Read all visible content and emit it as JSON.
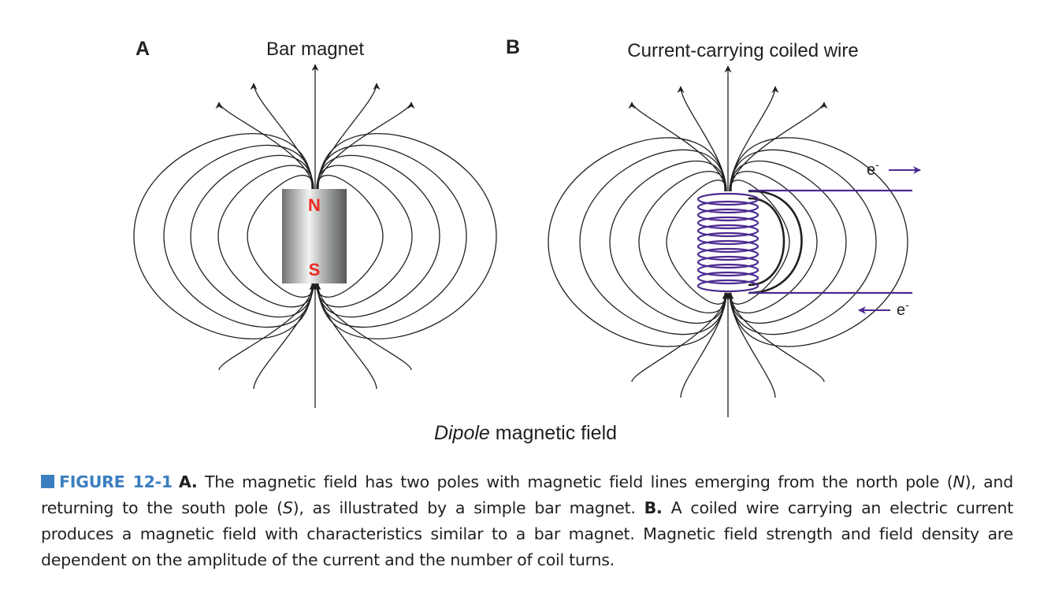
{
  "panel_a": {
    "letter": "A",
    "title": "Bar magnet",
    "north_label": "N",
    "south_label": "S"
  },
  "panel_b": {
    "letter": "B",
    "title": "Current-carrying coiled wire",
    "electron_label": "e",
    "electron_charge": "-"
  },
  "subtitle": {
    "italic": "Dipole",
    "rest": " magnetic field"
  },
  "caption": {
    "number": "FIGURE 12-1",
    "part_a_label": "A.",
    "part_a_text_1": " The magnetic field has two poles with magnetic field lines emerging from the north pole (",
    "part_a_n": "N",
    "part_a_text_2": "), and returning to the south pole (",
    "part_a_s": "S",
    "part_a_text_3": "), as illustrated by a simple bar magnet. ",
    "part_b_label": "B.",
    "part_b_text": " A coiled wire carrying an electric current produces a magnetic field with characteristics similar to a bar magnet. Magnetic field strength and field density are dependent on the amplitude of the current and the number of coil turns."
  },
  "colors": {
    "pole_label": "#ee2b24",
    "coil": "#4b2a8f",
    "caption_accent": "#3b7fc0",
    "line": "#231f20"
  }
}
